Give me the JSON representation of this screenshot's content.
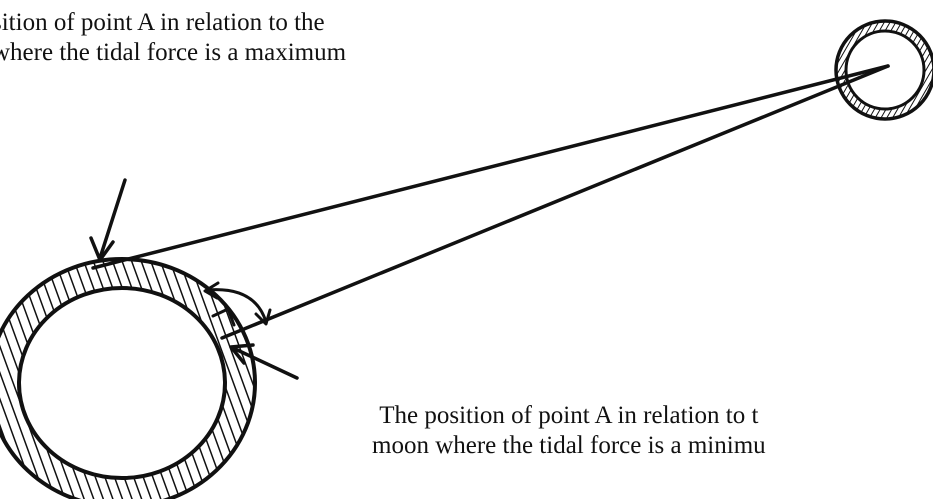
{
  "labels": {
    "max_line1": "sition of point A in relation to the",
    "max_line2": "where the tidal force is a maximum",
    "min_line1": "The position of point A in relation to t",
    "min_line2": "moon where the tidal force is a minimu"
  },
  "colors": {
    "ink": "#111111",
    "background": "#ffffff"
  }
}
